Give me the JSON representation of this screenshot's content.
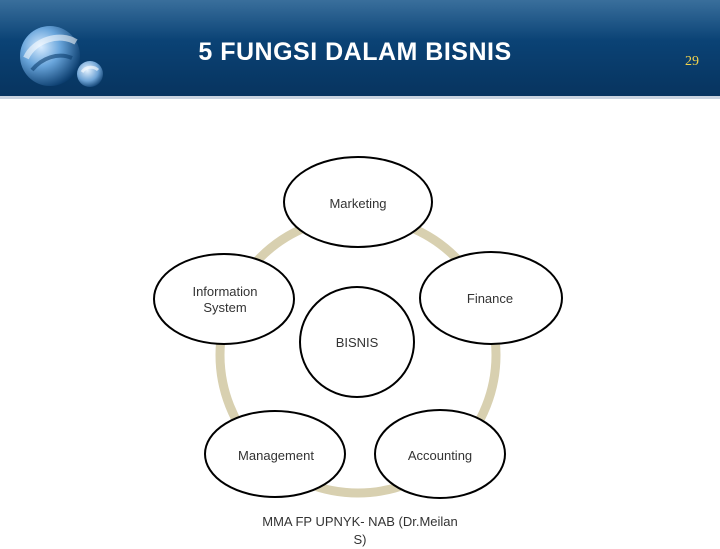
{
  "slide": {
    "title": "5 FUNGSI DALAM BISNIS",
    "page_number": "29",
    "footer_line1": "MMA FP UPNYK- NAB (Dr.Meilan",
    "footer_line2": "S)"
  },
  "diagram": {
    "center_label": "BISNIS",
    "functions": [
      {
        "id": "marketing",
        "label_lines": [
          "Marketing"
        ]
      },
      {
        "id": "finance",
        "label_lines": [
          "Finance"
        ]
      },
      {
        "id": "accounting",
        "label_lines": [
          "Accounting"
        ]
      },
      {
        "id": "management",
        "label_lines": [
          "Management"
        ]
      },
      {
        "id": "information-system",
        "label_lines": [
          "Information",
          "System"
        ]
      }
    ]
  },
  "colors": {
    "header_blue": "#0b4275",
    "title_text": "#ffffff",
    "page_number": "#f3d44c",
    "ring": "#d8d0b0",
    "node_border": "#000000",
    "node_fill": "#ffffff",
    "label_text": "#333333"
  },
  "icons": {
    "logo": "globe-logo-icon"
  }
}
